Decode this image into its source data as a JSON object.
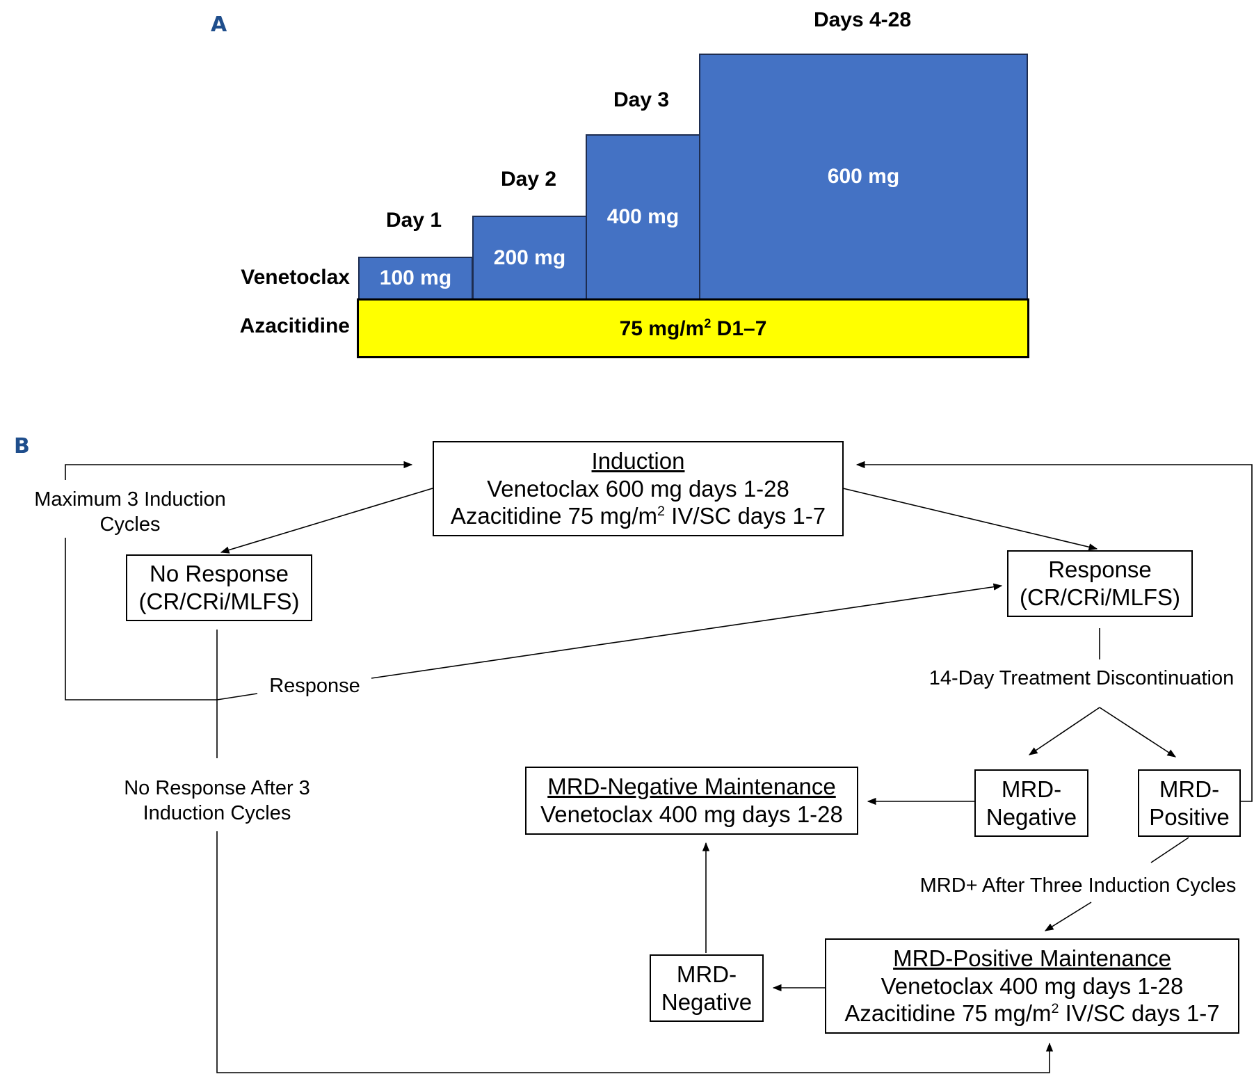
{
  "panel_a": {
    "letter": "A",
    "drugs": {
      "venetoclax": "Venetoclax",
      "azacitidine": "Azacitidine"
    },
    "steps": [
      {
        "day": "Day 1",
        "dose": "100 mg"
      },
      {
        "day": "Day 2",
        "dose": "200 mg"
      },
      {
        "day": "Day 3",
        "dose": "400 mg"
      },
      {
        "day": "Days 4-28",
        "dose": "600 mg"
      }
    ],
    "azacitidine_bar": {
      "text": "75 mg/m",
      "sup": "2",
      "text_after": " D1–7"
    },
    "colors": {
      "venetoclax": "#4472c4",
      "azacitidine": "#ffff00",
      "letter": "#1f4e8c"
    }
  },
  "panel_b": {
    "letter": "B",
    "induction": {
      "title": "Induction",
      "line1": "Venetoclax 600 mg days 1-28",
      "line2_pre": "Azacitidine 75 mg/m",
      "line2_sup": "2",
      "line2_post": " IV/SC days 1-7"
    },
    "no_response": {
      "line1": "No Response",
      "line2": "(CR/CRi/MLFS)"
    },
    "response_box": {
      "line1": "Response",
      "line2": "(CR/CRi/MLFS)"
    },
    "mrd_neg_maint": {
      "title": "MRD-Negative Maintenance",
      "line1": "Venetoclax 400 mg days 1-28"
    },
    "mrd_negative": {
      "line1": "MRD-",
      "line2": "Negative"
    },
    "mrd_positive": {
      "line1": "MRD-",
      "line2": "Positive"
    },
    "mrd_pos_maint": {
      "title": "MRD-Positive Maintenance",
      "line1": "Venetoclax 400 mg days 1-28",
      "line2_pre": "Azacitidine 75 mg/m",
      "line2_sup": "2",
      "line2_post": " IV/SC days 1-7"
    },
    "mrd_negative_2": {
      "line1": "MRD-",
      "line2": "Negative"
    },
    "labels": {
      "max_cycles_1": "Maximum 3 Induction",
      "max_cycles_2": "Cycles",
      "response": "Response",
      "no_response_after_1": "No Response After 3",
      "no_response_after_2": "Induction Cycles",
      "discontinuation": "14-Day Treatment Discontinuation",
      "mrd_plus_after": "MRD+ After Three Induction Cycles"
    }
  }
}
